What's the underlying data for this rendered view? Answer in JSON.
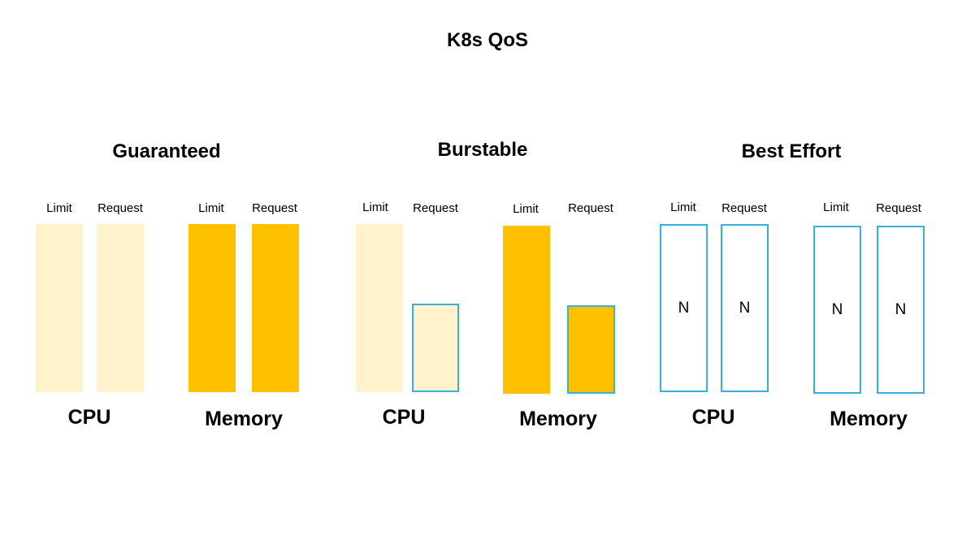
{
  "title": "K8s QoS",
  "classes": [
    {
      "name": "Guaranteed",
      "resources": [
        {
          "name": "CPU",
          "bars": [
            {
              "label": "Limit",
              "fill": "cpu",
              "height_fraction": 1.0,
              "outlined": false,
              "text": ""
            },
            {
              "label": "Request",
              "fill": "cpu",
              "height_fraction": 1.0,
              "outlined": false,
              "text": ""
            }
          ]
        },
        {
          "name": "Memory",
          "bars": [
            {
              "label": "Limit",
              "fill": "memory",
              "height_fraction": 1.0,
              "outlined": false,
              "text": ""
            },
            {
              "label": "Request",
              "fill": "memory",
              "height_fraction": 1.0,
              "outlined": false,
              "text": ""
            }
          ]
        }
      ]
    },
    {
      "name": "Burstable",
      "resources": [
        {
          "name": "CPU",
          "bars": [
            {
              "label": "Limit",
              "fill": "cpu",
              "height_fraction": 1.0,
              "outlined": false,
              "text": ""
            },
            {
              "label": "Request",
              "fill": "cpu",
              "height_fraction": 0.52,
              "outlined": true,
              "text": ""
            }
          ]
        },
        {
          "name": "Memory",
          "bars": [
            {
              "label": "Limit",
              "fill": "memory",
              "height_fraction": 1.0,
              "outlined": false,
              "text": ""
            },
            {
              "label": "Request",
              "fill": "memory",
              "height_fraction": 0.52,
              "outlined": true,
              "text": ""
            }
          ]
        }
      ]
    },
    {
      "name": "Best Effort",
      "resources": [
        {
          "name": "CPU",
          "bars": [
            {
              "label": "Limit",
              "fill": "none",
              "height_fraction": 1.0,
              "outlined": true,
              "text": "N"
            },
            {
              "label": "Request",
              "fill": "none",
              "height_fraction": 1.0,
              "outlined": true,
              "text": "N"
            }
          ]
        },
        {
          "name": "Memory",
          "bars": [
            {
              "label": "Limit",
              "fill": "none",
              "height_fraction": 1.0,
              "outlined": true,
              "text": "N"
            },
            {
              "label": "Request",
              "fill": "none",
              "height_fraction": 1.0,
              "outlined": true,
              "text": "N"
            }
          ]
        }
      ]
    }
  ],
  "colors": {
    "cpu_fill": "#fff2cc",
    "memory_fill": "#ffc000",
    "outline": "#35b1e0"
  }
}
